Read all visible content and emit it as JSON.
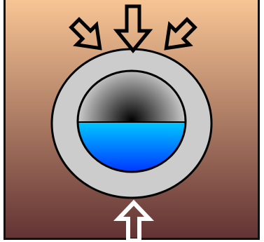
{
  "diagram": {
    "colors": {
      "background_top": "#F7C594",
      "background_bottom": "#613233",
      "frame_border": "#111111",
      "ring_fill": "#CCCCCC",
      "upper_half_edge": "#D5D5D5",
      "upper_half_center": "#000000",
      "lower_half_top": "#00C8FF",
      "lower_half_bottom": "#0035FF",
      "arrow_outline_top": "#000000",
      "arrow_outline_bottom": "#FFFFFF"
    },
    "arrows": [
      {
        "name": "arrow-top-left",
        "direction": "down-right",
        "color": "black"
      },
      {
        "name": "arrow-top-center",
        "direction": "down",
        "color": "black"
      },
      {
        "name": "arrow-top-right",
        "direction": "down-left",
        "color": "black"
      },
      {
        "name": "arrow-bottom",
        "direction": "up",
        "color": "white"
      }
    ],
    "icons": [
      "hollow-arrow-icon"
    ]
  }
}
